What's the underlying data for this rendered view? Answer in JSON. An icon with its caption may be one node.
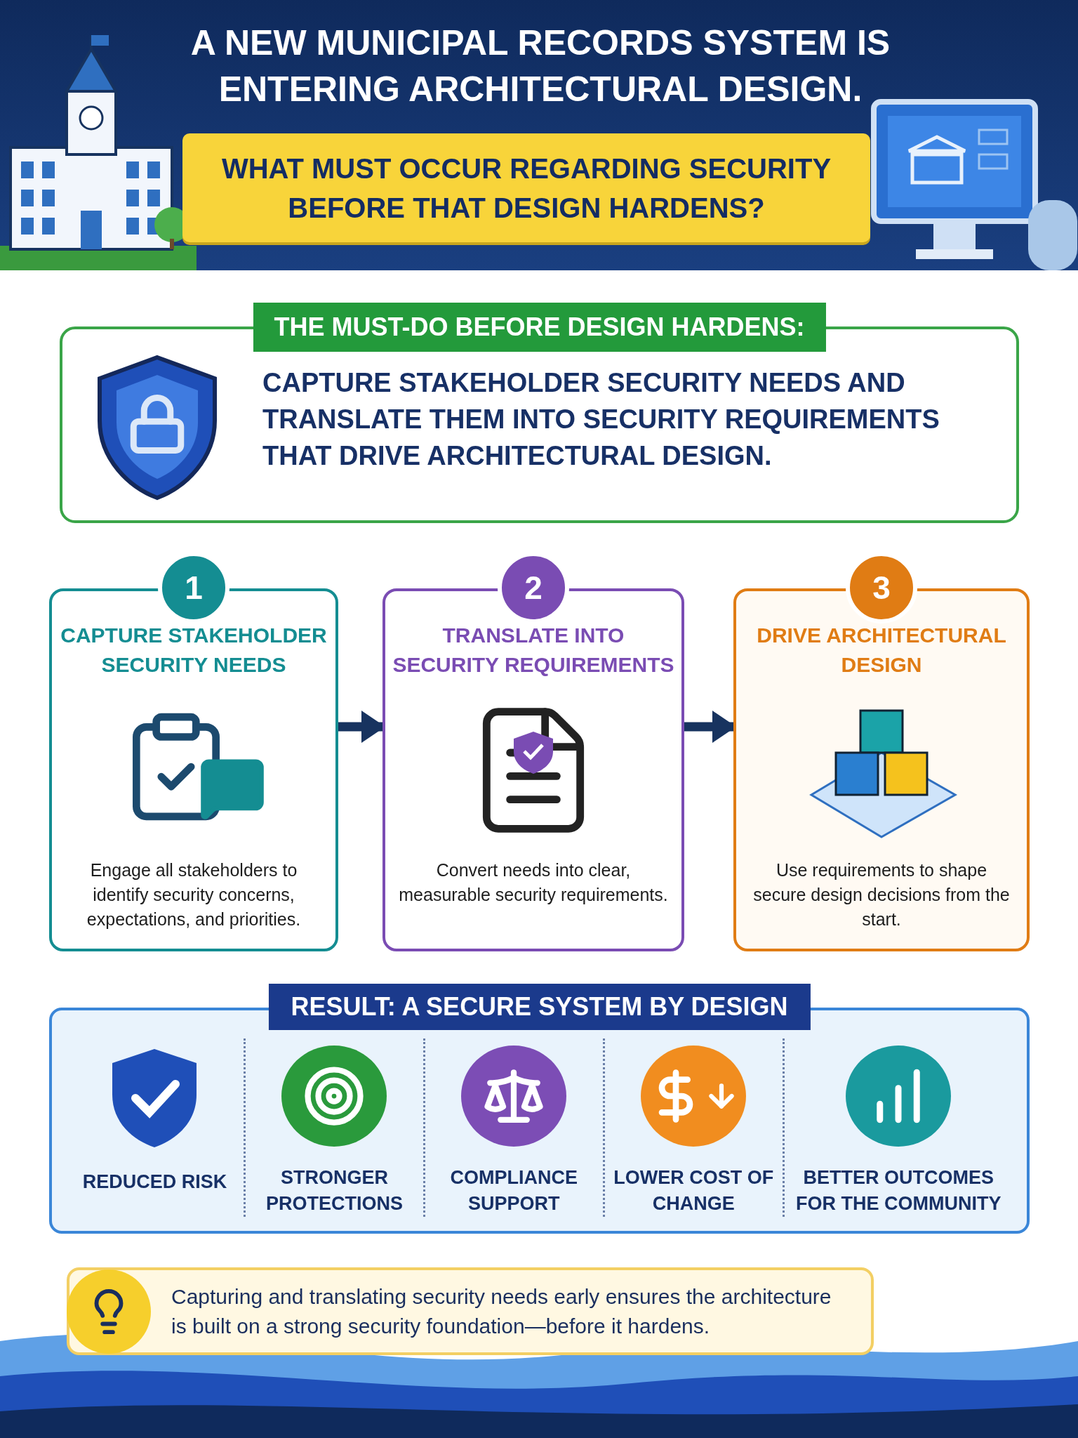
{
  "diagram": {
    "title": "A NEW MUNICIPAL RECORDS SYSTEM IS ENTERING ARCHITECTURAL DESIGN.",
    "nodes": [
      {
        "text": [
          "WHAT MUST OCCUR REGARDING SECURITY BEFORE THAT DESIGN HARDENS?"
        ]
      },
      {
        "text": [
          "THE MUST-DO BEFORE DESIGN HARDENS:",
          "CAPTURE STAKEHOLDER SECURITY NEEDS AND TRANSLATE THEM INTO SECURITY REQUIREMENTS THAT DRIVE ARCHITECTURAL DESIGN."
        ]
      },
      {
        "text": [
          "1",
          "CAPTURE STAKEHOLDER SECURITY NEEDS",
          "Engage all stakeholders to identify security concerns, expectations, and priorities."
        ]
      },
      {
        "text": [
          "2",
          "TRANSLATE INTO SECURITY REQUIREMENTS",
          "Convert needs into clear, measurable security requirements."
        ]
      },
      {
        "text": [
          "3",
          "DRIVE ARCHITECTURAL DESIGN",
          "Use requirements to shape secure design decisions from the start."
        ]
      },
      {
        "text": [
          "RESULT: A SECURE SYSTEM BY DESIGN"
        ]
      },
      {
        "text": [
          "REDUCED RISK"
        ],
        "in": 5
      },
      {
        "text": [
          "STRONGER PROTECTIONS"
        ],
        "in": 5
      },
      {
        "text": [
          "COMPLIANCE SUPPORT"
        ],
        "in": 5
      },
      {
        "text": [
          "LOWER COST OF CHANGE"
        ],
        "in": 5
      },
      {
        "text": [
          "BETTER OUTCOMES FOR THE COMMUNITY"
        ],
        "in": 5
      },
      {
        "text": [
          "Capturing and translating security needs early ensures the architecture is built on a strong security foundation—before it hardens."
        ]
      }
    ],
    "edges": [
      {
        "from": 2,
        "to": 3,
        "arrow": "to"
      },
      {
        "from": 3,
        "to": 4,
        "arrow": "to"
      }
    ]
  }
}
